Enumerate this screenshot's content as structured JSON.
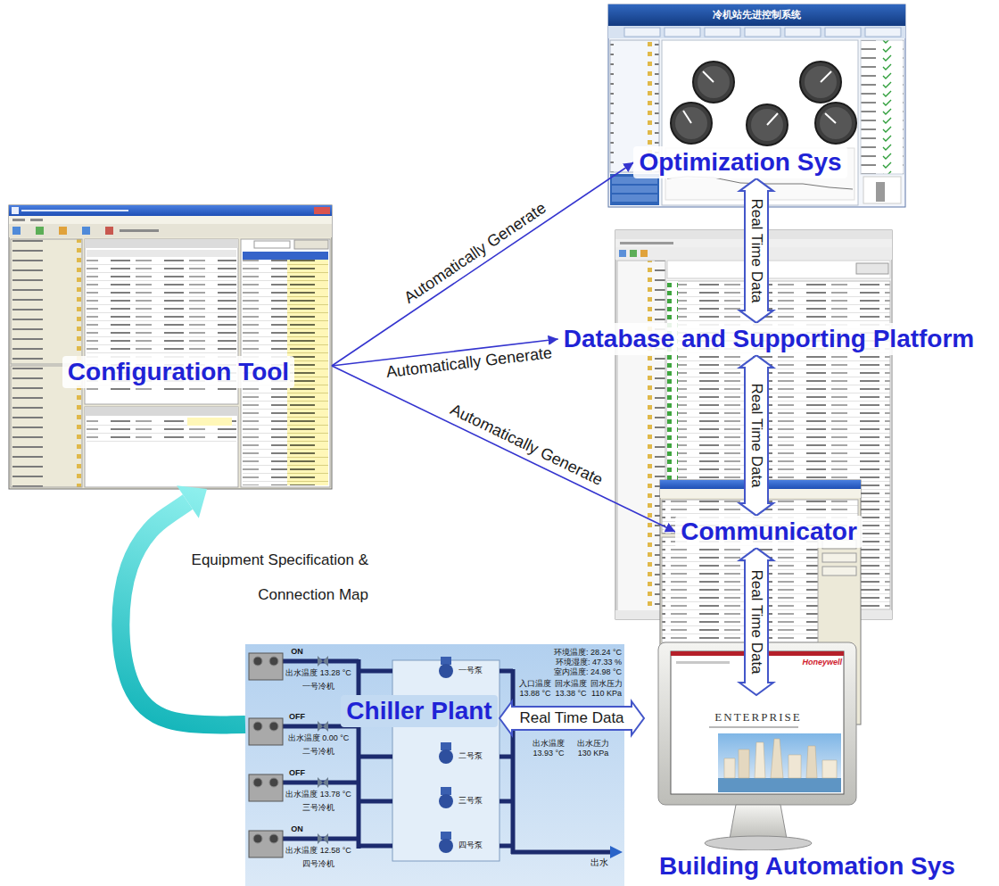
{
  "diagram": {
    "nodes": [
      {
        "text": [
          "Optimization Sys"
        ]
      },
      {
        "text": [
          "Configuration Tool"
        ]
      },
      {
        "text": [
          "Database and Supporting Platform"
        ]
      },
      {
        "text": [
          "Communicator"
        ]
      },
      {
        "text": [
          "Chiller Plant"
        ]
      },
      {
        "text": [
          "Building Automation Sys"
        ]
      }
    ],
    "edges": [
      {
        "from": 1,
        "to": 0,
        "label": "Automatically Generate",
        "arrow": "to"
      },
      {
        "from": 1,
        "to": 2,
        "label": "Automatically Generate",
        "arrow": "to"
      },
      {
        "from": 1,
        "to": 3,
        "label": "Automatically Generate",
        "arrow": "to"
      },
      {
        "from": 0,
        "to": 2,
        "label": "Real Time Data",
        "arrow": "both"
      },
      {
        "from": 2,
        "to": 3,
        "label": "Real Time Data",
        "arrow": "both"
      },
      {
        "from": 3,
        "to": 5,
        "label": "Real Time Data",
        "arrow": "both"
      },
      {
        "from": 4,
        "to": 5,
        "label": "Real Time Data",
        "arrow": "both"
      },
      {
        "from": 4,
        "to": 1,
        "label": "Equipment Specification & Connection Map",
        "arrow": "to"
      }
    ],
    "labels": [
      "冷机站先进控制系统",
      "ON",
      "出水温度 13.28 °C",
      "一号冷机",
      "OFF",
      "出水温度 0.00 °C",
      "二号冷机",
      "OFF",
      "出水温度 13.78 °C",
      "三号冷机",
      "ON",
      "出水温度 12.58 °C",
      "四号冷机",
      "一号泵",
      "二号泵",
      "三号泵",
      "四号泵",
      "环境温度: 28.24 °C",
      "环境湿度: 47.33 %",
      "室内温度: 24.98 °C",
      "入口温度 13.88 °C",
      "回水温度 13.38 °C",
      "回水压力 110 KPa",
      "出水温度 13.93 °C",
      "出水压力 130 KPa",
      "出水",
      "ENTERPRISE",
      "Honeywell"
    ]
  }
}
